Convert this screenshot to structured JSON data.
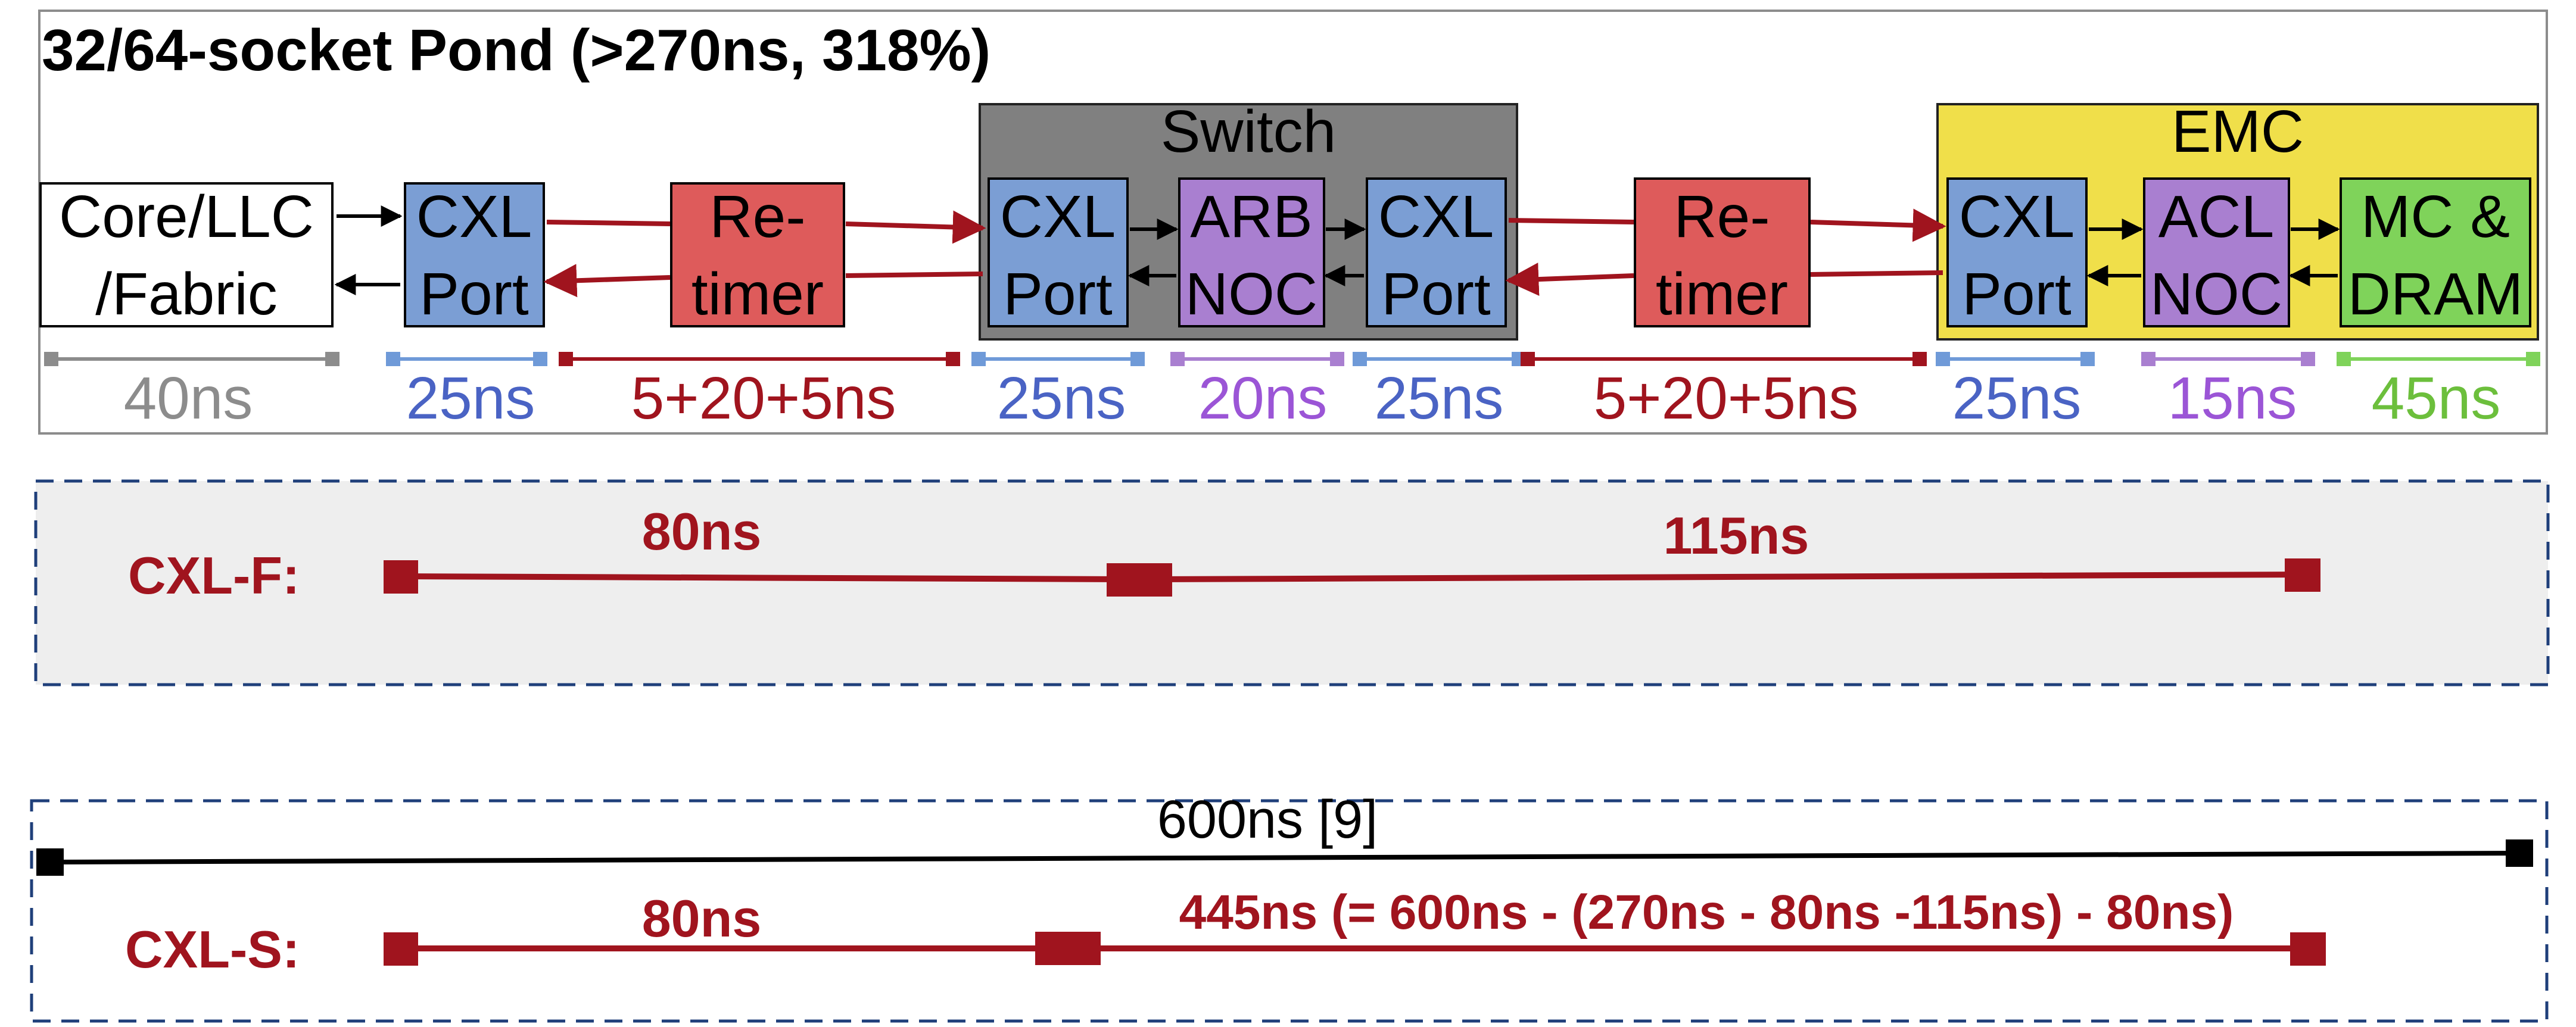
{
  "top_panel": {
    "title": "32/64-socket Pond (>270ns, 318%)",
    "switch_label": "Switch",
    "emc_label": "EMC",
    "blocks": [
      {
        "id": "core",
        "line1": "Core/LLC",
        "line2": "/Fabric",
        "fill": "#ffffff"
      },
      {
        "id": "cxl1",
        "line1": "CXL",
        "line2": "Port",
        "fill": "#7b9ed4"
      },
      {
        "id": "retimer1",
        "line1": "Re-",
        "line2": "timer",
        "fill": "#de5b5b"
      },
      {
        "id": "cxl2",
        "line1": "CXL",
        "line2": "Port",
        "fill": "#7b9ed4"
      },
      {
        "id": "arb",
        "line1": "ARB",
        "line2": "NOC",
        "fill": "#a97fd0"
      },
      {
        "id": "cxl3",
        "line1": "CXL",
        "line2": "Port",
        "fill": "#7b9ed4"
      },
      {
        "id": "retimer2",
        "line1": "Re-",
        "line2": "timer",
        "fill": "#de5b5b"
      },
      {
        "id": "cxl4",
        "line1": "CXL",
        "line2": "Port",
        "fill": "#7b9ed4"
      },
      {
        "id": "acl",
        "line1": "ACL",
        "line2": "NOC",
        "fill": "#a97fd0"
      },
      {
        "id": "mc",
        "line1": "MC &",
        "line2": "DRAM",
        "fill": "#7fd35a"
      }
    ],
    "latencies": [
      {
        "label": "40ns",
        "color": "#8c8c8c"
      },
      {
        "label": "25ns",
        "color": "#4a63c4"
      },
      {
        "label": "5+20+5ns",
        "color": "#a0141e"
      },
      {
        "label": "25ns",
        "color": "#4a63c4"
      },
      {
        "label": "20ns",
        "color": "#9b55d6"
      },
      {
        "label": "25ns",
        "color": "#4a63c4"
      },
      {
        "label": "5+20+5ns",
        "color": "#a0141e"
      },
      {
        "label": "25ns",
        "color": "#4a63c4"
      },
      {
        "label": "15ns",
        "color": "#9b55d6"
      },
      {
        "label": "45ns",
        "color": "#6cbf3c"
      }
    ]
  },
  "cxl_f": {
    "label": "CXL-F:",
    "seg1": "80ns",
    "seg2": "115ns"
  },
  "cxl_s": {
    "total": "600ns [9]",
    "label": "CXL-S:",
    "seg1": "80ns",
    "seg2": "445ns (= 600ns - (270ns - 80ns -115ns) - 80ns)"
  },
  "colors": {
    "dark_red": "#a0141e",
    "switch_bg": "#808080",
    "emc_bg": "#f0df4a",
    "panel_bg": "#eeeeee",
    "dash_border": "#1f3f7a"
  }
}
